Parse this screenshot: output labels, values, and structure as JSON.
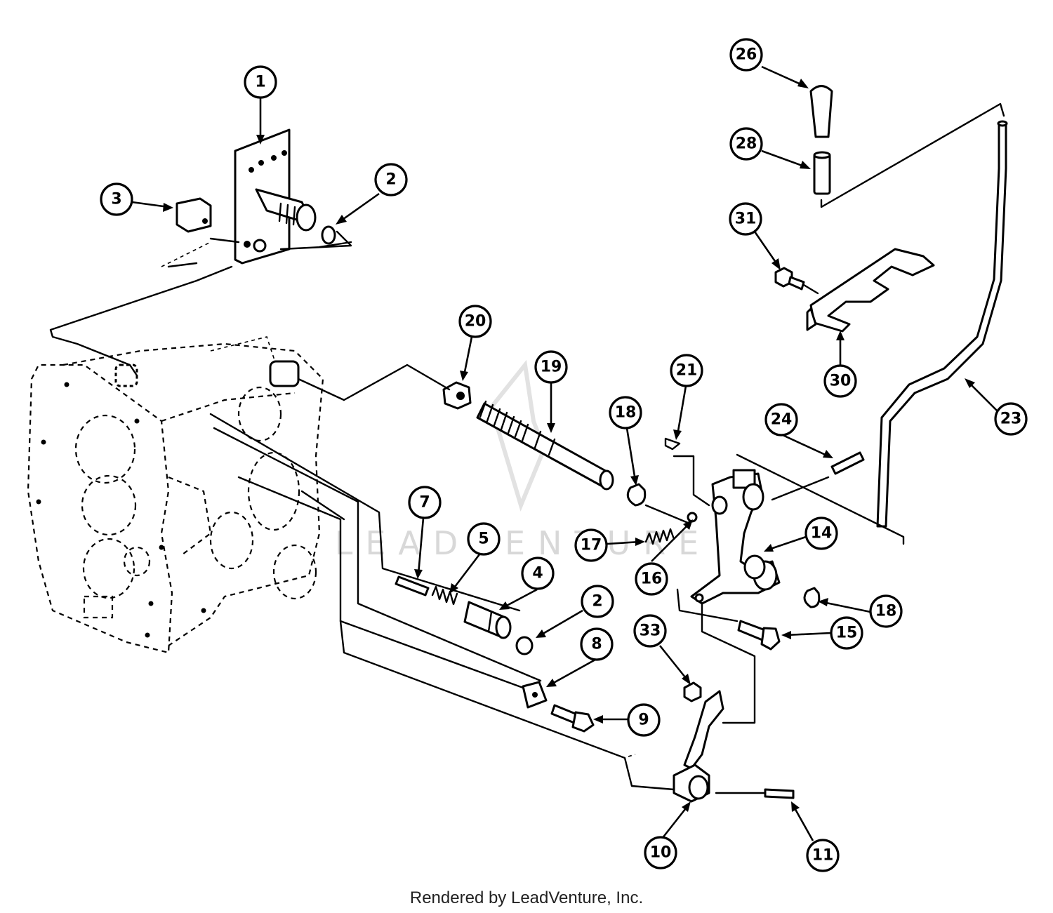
{
  "callouts": [
    {
      "id": "c1",
      "label": "1"
    },
    {
      "id": "c2a",
      "label": "2"
    },
    {
      "id": "c3",
      "label": "3"
    },
    {
      "id": "c26",
      "label": "26"
    },
    {
      "id": "c28",
      "label": "28"
    },
    {
      "id": "c31",
      "label": "31"
    },
    {
      "id": "c30",
      "label": "30"
    },
    {
      "id": "c20",
      "label": "20"
    },
    {
      "id": "c19",
      "label": "19"
    },
    {
      "id": "c18a",
      "label": "18"
    },
    {
      "id": "c21",
      "label": "21"
    },
    {
      "id": "c24",
      "label": "24"
    },
    {
      "id": "c23",
      "label": "23"
    },
    {
      "id": "c7",
      "label": "7"
    },
    {
      "id": "c5",
      "label": "5"
    },
    {
      "id": "c4",
      "label": "4"
    },
    {
      "id": "c17",
      "label": "17"
    },
    {
      "id": "c16",
      "label": "16"
    },
    {
      "id": "c14",
      "label": "14"
    },
    {
      "id": "c2b",
      "label": "2"
    },
    {
      "id": "c18b",
      "label": "18"
    },
    {
      "id": "c15",
      "label": "15"
    },
    {
      "id": "c8",
      "label": "8"
    },
    {
      "id": "c33",
      "label": "33"
    },
    {
      "id": "c9",
      "label": "9"
    },
    {
      "id": "c10",
      "label": "10"
    },
    {
      "id": "c11",
      "label": "11"
    }
  ],
  "watermark": "LEADVENTURE",
  "footer": "Rendered by LeadVenture, Inc."
}
